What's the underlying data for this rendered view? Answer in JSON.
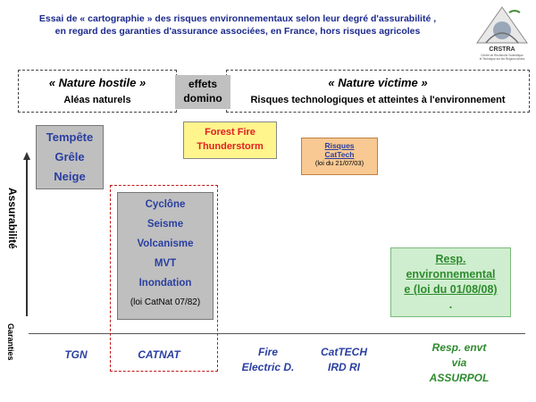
{
  "header": {
    "title_line1": "Essai de « cartographie » des risques environnementaux selon leur degré d'assurabilité ,",
    "title_line2": "en regard des garanties d'assurance associées, en France, hors risques agricoles",
    "logo_label": "CRSTRA",
    "logo_sub1": "Centre de Recherche Scientifique",
    "logo_sub2": "et Technique sur les Régions Arides"
  },
  "groups": {
    "left_title": "« Nature hostile »",
    "left_sub": "Aléas naturels",
    "middle_line1": "effets",
    "middle_line2": "domino",
    "right_title": "« Nature victime »",
    "right_sub": "Risques technologiques et atteintes à l'environnement"
  },
  "axes": {
    "vertical_label": "Assurabilité",
    "horizontal_label": "Garanties"
  },
  "boxes": {
    "tgn": [
      "Tempête",
      "Grêle",
      "Neige"
    ],
    "fire": [
      "Forest Fire",
      "Thunderstorm"
    ],
    "cattech": {
      "title": "Risques",
      "name": "CatTech",
      "law": "(loi du 21/07/03)"
    },
    "catnat": {
      "items": [
        "Cyclône",
        "Seisme",
        "Volcanisme",
        "MVT",
        "Inondation"
      ],
      "law": "(loi CatNat 07/82)"
    },
    "resp": {
      "line1": "Resp.",
      "line2": "environnemental",
      "line3": "e (loi du 01/08/08)",
      "dot": "."
    }
  },
  "guarantees": {
    "tgn": "TGN",
    "catnat": "CATNAT",
    "fire_line1": "Fire",
    "fire_line2": "Electric D.",
    "cattech_line1": "CatTECH",
    "cattech_line2": "IRD RI",
    "assur_line1": "Resp. envt",
    "assur_line2": "via",
    "assur_line3": "ASSURPOL"
  },
  "colors": {
    "title_blue": "#1c2a8c",
    "label_blue": "#2a3fa0",
    "fire_red": "#e02020",
    "fire_fill": "#fff58c",
    "cattech_fill": "#f9c993",
    "resp_fill": "#cfeecf",
    "resp_green": "#2e8b2e",
    "catnat_dash": "#c01818",
    "gray_fill": "#bfbfbf"
  }
}
